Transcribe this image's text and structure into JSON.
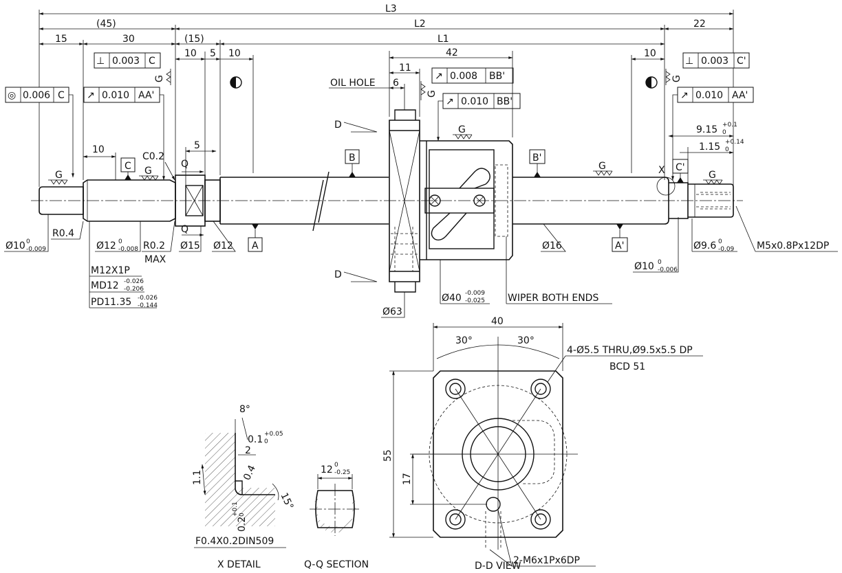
{
  "dims": {
    "L3": "L3",
    "L2": "L2",
    "L1": "L1",
    "d45": "(45)",
    "d15p": "(15)",
    "d22": "22",
    "d15": "15",
    "d30": "30",
    "d10a": "10",
    "d5a": "5",
    "d10b": "10",
    "d42": "42",
    "d10c": "10",
    "d11": "11",
    "d6": "6",
    "d10d": "10",
    "d5b": "5",
    "d9_15": "9.15",
    "d9_15_tol_u": "+0.1",
    "d9_15_tol_l": "0",
    "d1_15": "1.15",
    "d1_15_tol_u": "+0.14",
    "d1_15_tol_l": "0",
    "c02": "C0.2",
    "phi10": "Ø10",
    "phi10_tol_u": "0",
    "phi10_tol_l": "-0.009",
    "r04": "R0.4",
    "phi12a": "Ø12",
    "phi12a_tol_u": "0",
    "phi12a_tol_l": "-0.008",
    "r02": "R0.2",
    "max": "MAX",
    "phi15": "Ø15",
    "phi12b": "Ø12",
    "phi16": "Ø16",
    "phi9_6": "Ø9.6",
    "phi9_6_tol_u": "0",
    "phi9_6_tol_l": "-0.09",
    "phi10b": "Ø10",
    "phi10b_tol_u": "0",
    "phi10b_tol_l": "-0.006",
    "m5": "M5x0.8Px12DP",
    "m12": "M12X1P",
    "md12": "MD12",
    "md12_tol_u": "-0.026",
    "md12_tol_l": "-0.206",
    "pd": "PD11.35",
    "pd_tol_u": "-0.026",
    "pd_tol_l": "-0.144",
    "phi63": "Ø63",
    "phi40": "Ø40",
    "phi40_tol_u": "-0.009",
    "phi40_tol_l": "-0.025",
    "wiper": "WIPER BOTH ENDS",
    "oil": "OIL HOLE",
    "d40": "40",
    "d55": "55",
    "d17": "17",
    "a30l": "30°",
    "a30r": "30°",
    "thru": "4-Ø5.5 THRU,Ø9.5x5.5 DP",
    "bcd": "BCD 51",
    "m6": "2-M6x1Px6DP",
    "d12q": "12",
    "d12q_tol_u": "0",
    "d12q_tol_l": "-0.25",
    "a8": "8°",
    "d01": "0.1",
    "d01_tol_u": "+0.05",
    "d01_tol_l": "0",
    "d2": "2",
    "d04": "0.4",
    "a15": "15°",
    "d1_1": "1.1",
    "d02": "0.2",
    "d02_tol_u": "+0.1",
    "d02_tol_l": "0",
    "din": "F0.4X0.2DIN509"
  },
  "tolerances": {
    "conc": {
      "sym": "◎",
      "val": "0.006",
      "ref": "C"
    },
    "perp1": {
      "sym": "⊥",
      "val": "0.003",
      "ref": "C"
    },
    "run1": {
      "sym": "↗",
      "val": "0.010",
      "ref": "AA'"
    },
    "run2": {
      "sym": "↗",
      "val": "0.008",
      "ref": "BB'"
    },
    "run3": {
      "sym": "↗",
      "val": "0.010",
      "ref": "BB'"
    },
    "perp2": {
      "sym": "⊥",
      "val": "0.003",
      "ref": "C'"
    },
    "run4": {
      "sym": "↗",
      "val": "0.010",
      "ref": "AA'"
    }
  },
  "datums": {
    "A": "A",
    "Ap": "A'",
    "B": "B",
    "Bp": "B'",
    "C": "C",
    "Cp": "C'"
  },
  "marks": {
    "G": "G",
    "Q": "Q",
    "D": "D",
    "X": "X"
  },
  "captions": {
    "x": "X DETAIL",
    "q": "Q-Q SECTION",
    "d": "D-D VIEW"
  }
}
